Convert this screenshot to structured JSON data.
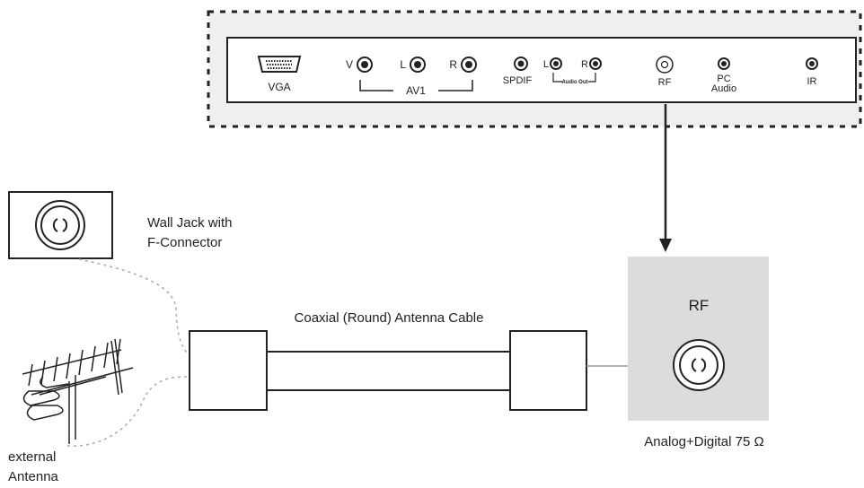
{
  "panel": {
    "ports": {
      "vga": "VGA",
      "av1_v": "V",
      "av1_l": "L",
      "av1_r": "R",
      "av1_group": "AV1",
      "spdif": "SPDIF",
      "audio_out_l": "L",
      "audio_out_r": "R",
      "audio_out_group": "Audio Out",
      "rf": "RF",
      "pc_audio_line1": "PC",
      "pc_audio_line2": "Audio",
      "ir": "IR"
    }
  },
  "wall_jack": {
    "label_line1": "Wall Jack with",
    "label_line2": "F-Connector"
  },
  "cable": {
    "label": "Coaxial (Round) Antenna Cable"
  },
  "rf_box": {
    "title": "RF",
    "caption": "Analog+Digital 75 Ω"
  },
  "antenna": {
    "label_line1": "external",
    "label_line2": "Antenna"
  },
  "colors": {
    "line": "#222222",
    "panel_bg": "#efefef",
    "rf_box_bg": "#dcdcdc",
    "dashed_wire": "#aaaaaa"
  }
}
